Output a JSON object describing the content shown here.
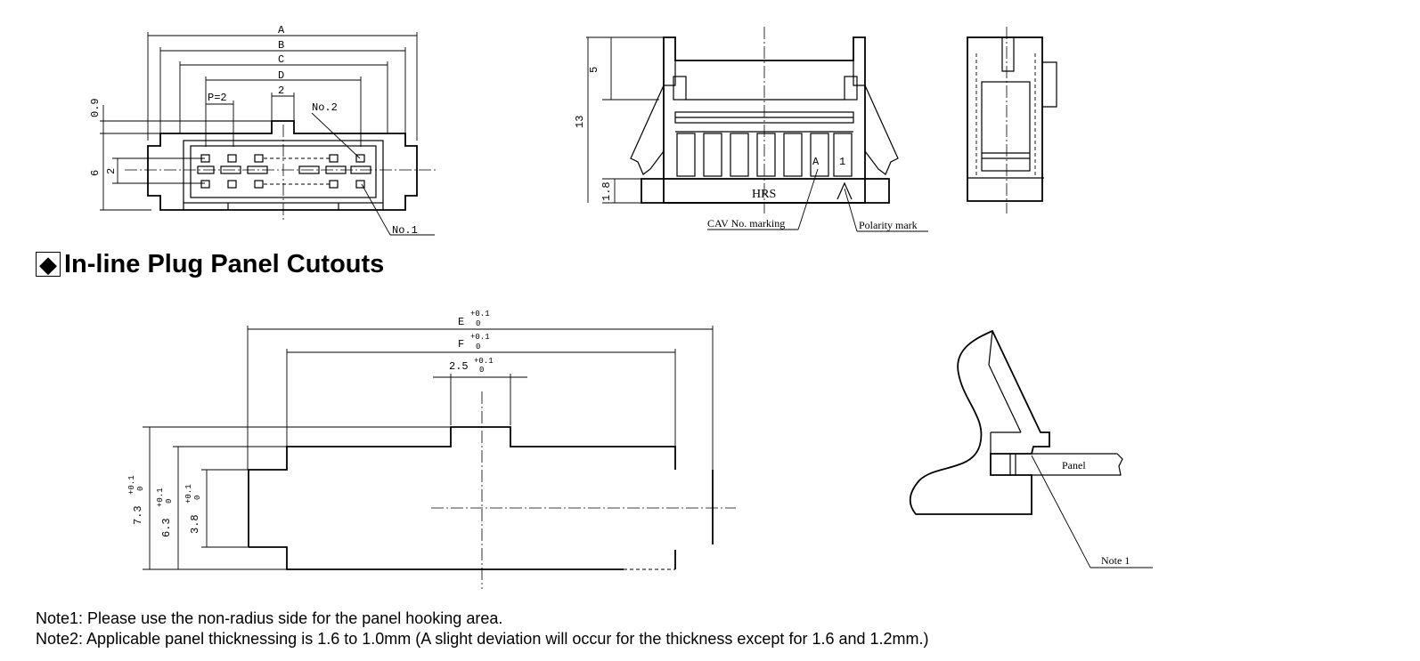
{
  "top_view": {
    "dim_A": "A",
    "dim_B": "B",
    "dim_C": "C",
    "dim_D": "D",
    "dim_2": "2",
    "dim_p2": "P=2",
    "dim_09": "0.9",
    "dim_6": "6",
    "dim_2v": "2",
    "no2": "No.2",
    "no1": "No.1"
  },
  "front_view": {
    "dim_5": "5",
    "dim_13": "13",
    "dim_18": "1.8",
    "mark_A": "A",
    "mark_1": "1",
    "logo": "HRS",
    "cav_label": "CAV No. marking",
    "polarity_label": "Polarity mark"
  },
  "section": {
    "icon": "◆",
    "title": "In-line Plug Panel Cutouts"
  },
  "cutout": {
    "dim_E": "E",
    "dim_E_tol": "+0.1",
    "dim_E_tol2": "0",
    "dim_F": "F",
    "dim_F_tol": "+0.1",
    "dim_F_tol2": "0",
    "dim_25": "2.5",
    "dim_25_tol": "+0.1",
    "dim_25_tol2": "0",
    "dim_73": "7.3",
    "dim_73_tol": "+0.1",
    "dim_73_tol2": "0",
    "dim_63": "6.3",
    "dim_63_tol": "+0.1",
    "dim_63_tol2": "0",
    "dim_38": "3.8",
    "dim_38_tol": "+0.1",
    "dim_38_tol2": "0"
  },
  "side_section": {
    "panel_label": "Panel",
    "note1_label": "Note 1"
  },
  "notes": [
    "Note1: Please use the non-radius side for the panel hooking area.",
    "Note2: Applicable panel thicknessing is 1.6 to 1.0mm (A slight deviation will occur for the thickness except for 1.6 and 1.2mm.)"
  ]
}
